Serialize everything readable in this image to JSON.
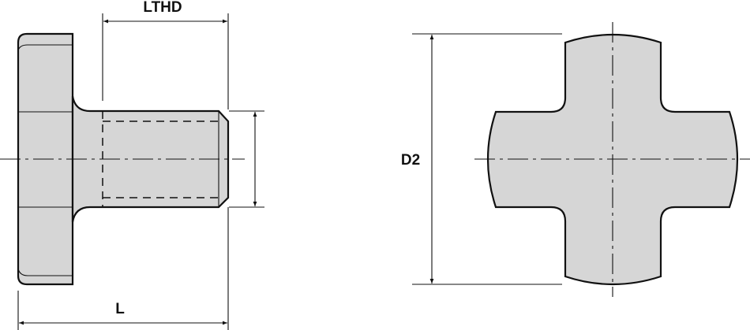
{
  "drawing": {
    "side_view": {
      "labels": {
        "thread_length": "LTHD",
        "overall_length": "L"
      }
    },
    "end_view": {
      "labels": {
        "head_diameter": "D2"
      }
    },
    "colors": {
      "part_fill": "#d6d6d6",
      "line": "#111111"
    }
  }
}
